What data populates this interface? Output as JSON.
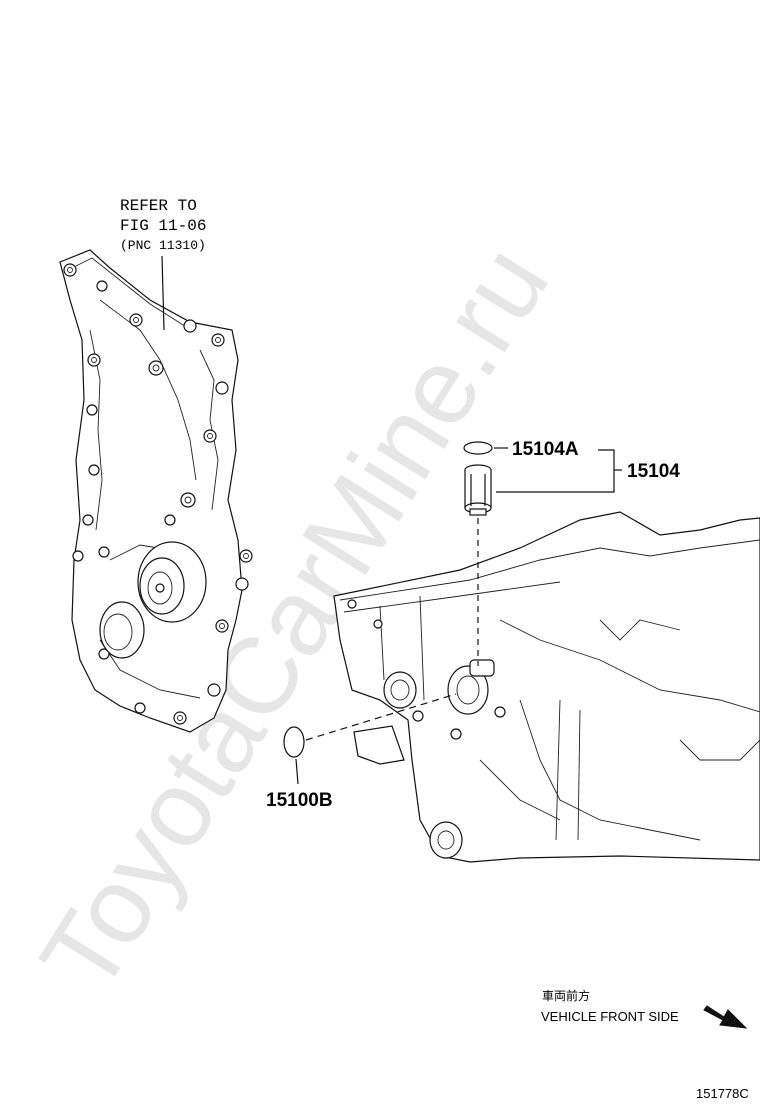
{
  "watermark": "ToyotaCarMine.ru",
  "refer_note": {
    "line1": "REFER TO",
    "line2": "FIG 11-06",
    "line3": "(PNC 11310)"
  },
  "parts": {
    "p15104A": "15104A",
    "p15104": "15104",
    "p15100B": "15100B"
  },
  "direction": {
    "jp": "車両前方",
    "en": "VEHICLE FRONT SIDE"
  },
  "figure_code": "151778C"
}
